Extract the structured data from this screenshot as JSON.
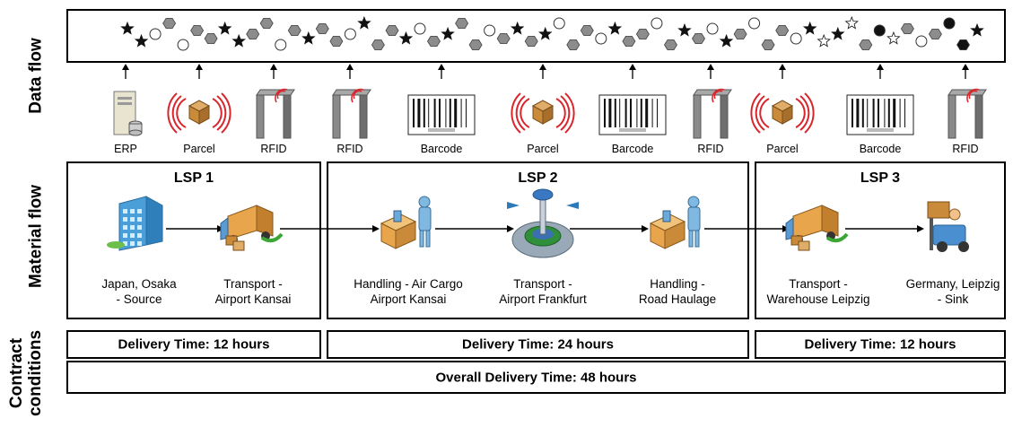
{
  "row_labels": {
    "data_flow": "Data flow",
    "material_flow": "Material flow",
    "contract_line1": "Contract",
    "contract_line2": "conditions"
  },
  "devices": [
    {
      "label": "ERP",
      "icon": "erp-server-icon"
    },
    {
      "label": "Parcel",
      "icon": "rfid-parcel-icon"
    },
    {
      "label": "RFID",
      "icon": "rfid-gate-icon"
    },
    {
      "label": "RFID",
      "icon": "rfid-gate-icon"
    },
    {
      "label": "Barcode",
      "icon": "barcode-icon"
    },
    {
      "label": "Parcel",
      "icon": "rfid-parcel-icon"
    },
    {
      "label": "Barcode",
      "icon": "barcode-icon"
    },
    {
      "label": "RFID",
      "icon": "rfid-gate-icon"
    },
    {
      "label": "Parcel",
      "icon": "rfid-parcel-icon"
    },
    {
      "label": "Barcode",
      "icon": "barcode-icon"
    },
    {
      "label": "RFID",
      "icon": "rfid-gate-icon"
    }
  ],
  "lsps": [
    {
      "title": "LSP 1"
    },
    {
      "title": "LSP 2"
    },
    {
      "title": "LSP 3"
    }
  ],
  "nodes": [
    {
      "line1": "Japan, Osaka",
      "line2": "- Source",
      "icon": "building-icon"
    },
    {
      "line1": "Transport -",
      "line2": "Airport Kansai",
      "icon": "delivery-truck-icon"
    },
    {
      "line1": "Handling - Air Cargo",
      "line2": "Airport Kansai",
      "icon": "package-handler-icon"
    },
    {
      "line1": "Transport -",
      "line2": "Airport Frankfurt",
      "icon": "airport-icon"
    },
    {
      "line1": "Handling -",
      "line2": "Road Haulage",
      "icon": "package-handler-icon"
    },
    {
      "line1": "Transport -",
      "line2": "Warehouse Leipzig",
      "icon": "delivery-truck-icon"
    },
    {
      "line1": "Germany, Leipzig",
      "line2": "- Sink",
      "icon": "forklift-icon"
    }
  ],
  "contracts": {
    "lsp1": "Delivery Time: 12 hours",
    "lsp2": "Delivery Time: 24 hours",
    "lsp3": "Delivery Time: 12 hours",
    "overall": "Overall Delivery Time: 48 hours"
  },
  "colors": {
    "rfid_wave": "#d9262c",
    "hexagon_fill": "#8c8c8c",
    "gate_fill": "#8a8a8a",
    "parcel": "#c98a3a",
    "truck_body": "#e8a54b",
    "building": "#4a9fd8",
    "person": "#7fb8e0",
    "arrow_green": "#3aa635"
  }
}
